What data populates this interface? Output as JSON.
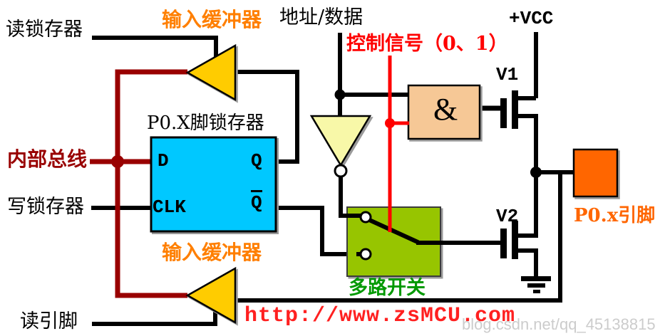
{
  "labels": {
    "read_latch": "读锁存器",
    "input_buffer_top": "输入缓冲器",
    "address_data": "地址/数据",
    "control_signal": "控制信号（0、1）",
    "vcc": "+VCC",
    "v1": "V1",
    "v2": "V2",
    "latch_title": "P0.X脚锁存器",
    "latch_d": "D",
    "latch_q": "Q",
    "latch_clk": "CLK",
    "latch_qbar": "Q",
    "and_gate": "&",
    "internal_bus": "内部总线",
    "write_latch": "写锁存器",
    "input_buffer_bottom": "输入缓冲器",
    "mux": "多路开关",
    "pin": "P0.x引脚",
    "read_pin": "读引脚"
  },
  "watermarks": {
    "site_url": "http://www.zsMCU.com",
    "csdn": "blog.csdn.net/qq_45138815"
  },
  "colors": {
    "buffer_fill": "#FFCC00",
    "inverter_fill": "#F8F8A8",
    "latch_fill": "#00C8FF",
    "and_gate_fill": "#F6C896",
    "mux_fill": "#97C500",
    "pin_box_fill": "#FF6600",
    "internal_bus_wire": "#990000",
    "control_wire": "#FF0000",
    "signal_wire": "#000000",
    "label_orange": "#FF7F00",
    "label_green": "#009900",
    "watermark_red": "#FF2020",
    "watermark_gray": "#C9C9C9"
  }
}
